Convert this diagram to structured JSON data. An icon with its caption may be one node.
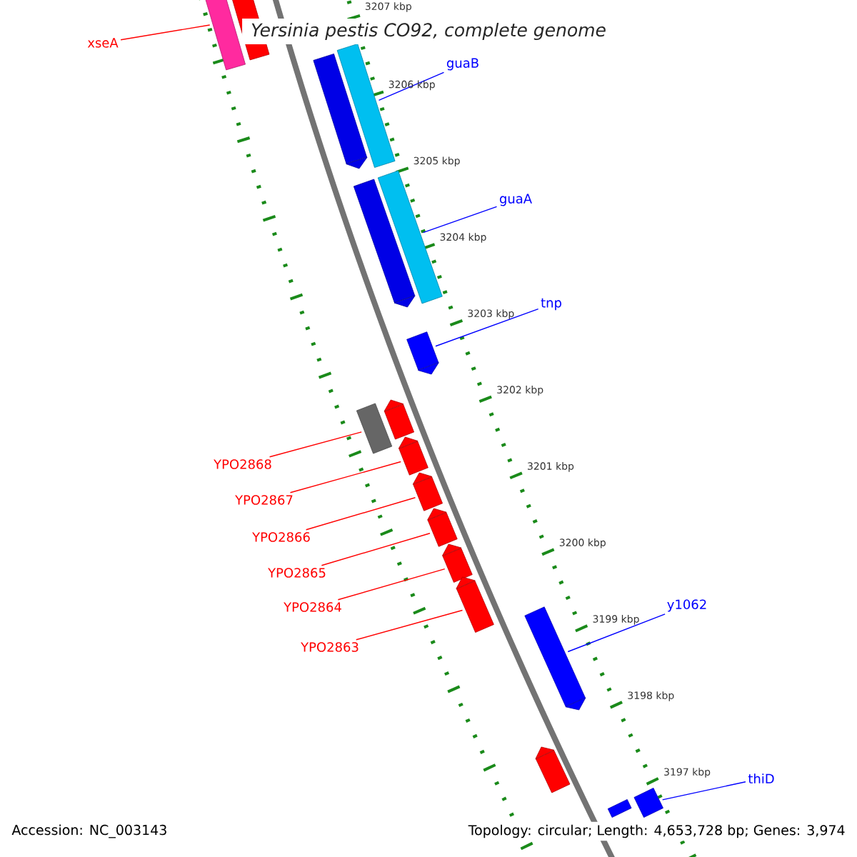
{
  "diagram": {
    "title": "Yersinia pestis CO92, complete genome",
    "nodes": [
      {
        "text": [],
        "shape": "bar"
      },
      {
        "text": [],
        "shape": "bar"
      },
      {
        "text": [],
        "shape": "bar"
      },
      {
        "text": [],
        "shape": "bar"
      },
      {
        "text": [],
        "shape": "bar"
      },
      {
        "text": [],
        "shape": "bar"
      },
      {
        "text": [],
        "shape": "bar"
      },
      {
        "text": [],
        "shape": "bar"
      },
      {
        "text": [],
        "shape": "bar"
      },
      {
        "text": [],
        "shape": "bar"
      },
      {
        "text": [],
        "shape": "bar"
      },
      {
        "text": [],
        "shape": "bar"
      },
      {
        "text": [],
        "shape": "bar"
      },
      {
        "text": [],
        "shape": "bar"
      },
      {
        "text": [],
        "shape": "bar"
      },
      {
        "text": [],
        "shape": "bar"
      },
      {
        "text": [],
        "shape": "bar"
      },
      {
        "text": [],
        "shape": "bar"
      },
      {
        "text": [
          "xseA"
        ]
      },
      {
        "text": [
          "guaB"
        ]
      },
      {
        "text": [
          "guaA"
        ]
      },
      {
        "text": [
          "tnp"
        ]
      },
      {
        "text": [
          "YPO2868"
        ]
      },
      {
        "text": [
          "YPO2867"
        ]
      },
      {
        "text": [
          "YPO2866"
        ]
      },
      {
        "text": [
          "YPO2865"
        ]
      },
      {
        "text": [
          "YPO2864"
        ]
      },
      {
        "text": [
          "YPO2863"
        ]
      },
      {
        "text": [
          "y1062"
        ]
      },
      {
        "text": [
          "thiD"
        ]
      }
    ],
    "edges": [
      {
        "from": 18,
        "to": 0,
        "arrow": "none"
      },
      {
        "from": 19,
        "to": 3,
        "arrow": "none",
        "color": "#0000ff"
      },
      {
        "from": 20,
        "to": 5,
        "arrow": "none",
        "color": "#0000ff"
      },
      {
        "from": 21,
        "to": 6,
        "arrow": "none",
        "color": "#0000ff"
      },
      {
        "from": 22,
        "to": 7,
        "arrow": "none"
      },
      {
        "from": 23,
        "to": 9,
        "arrow": "none"
      },
      {
        "from": 24,
        "to": 10,
        "arrow": "none"
      },
      {
        "from": 25,
        "to": 11,
        "arrow": "none"
      },
      {
        "from": 26,
        "to": 12,
        "arrow": "none"
      },
      {
        "from": 27,
        "to": 13,
        "arrow": "none"
      },
      {
        "from": 28,
        "to": 14,
        "arrow": "none",
        "color": "#0000ff"
      },
      {
        "from": 29,
        "to": 17,
        "arrow": "none",
        "color": "#0000ff"
      }
    ],
    "labels": [
      "3207 kbp",
      "3206 kbp",
      "3205 kbp",
      "3204 kbp",
      "3203 kbp",
      "3202 kbp",
      "3201 kbp",
      "3200 kbp",
      "3199 kbp",
      "3198 kbp",
      "3197 kbp",
      "Accession: NC_003143",
      "Topology: circular; Length: 4,653,728 bp; Genes: 3,974"
    ]
  }
}
